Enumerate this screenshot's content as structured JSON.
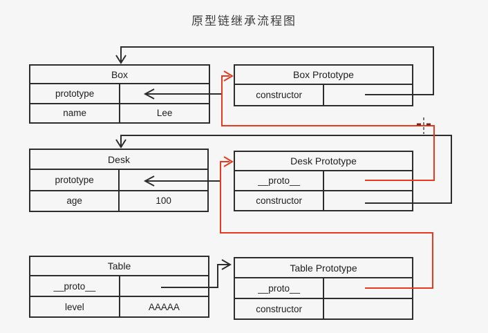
{
  "title": "原型链继承流程图",
  "colors": {
    "background": "#f6f6f6",
    "line_black": "#2c2c2c",
    "line_red": "#e8391f",
    "text": "#1d1d1d"
  },
  "tables": {
    "box": {
      "title": "Box",
      "rows": [
        {
          "label": "prototype",
          "value": ""
        },
        {
          "label": "name",
          "value": "Lee"
        }
      ]
    },
    "box_prototype": {
      "title": "Box Prototype",
      "rows": [
        {
          "label": "constructor",
          "value": ""
        }
      ]
    },
    "desk": {
      "title": "Desk",
      "rows": [
        {
          "label": "prototype",
          "value": ""
        },
        {
          "label": "age",
          "value": "100"
        }
      ]
    },
    "desk_prototype": {
      "title": "Desk Prototype",
      "rows": [
        {
          "label": "__proto__",
          "value": ""
        },
        {
          "label": "constructor",
          "value": ""
        }
      ]
    },
    "table": {
      "title": "Table",
      "rows": [
        {
          "label": "__proto__",
          "value": ""
        },
        {
          "label": "level",
          "value": "AAAAA"
        }
      ]
    },
    "table_prototype": {
      "title": "Table Prototype",
      "rows": [
        {
          "label": "__proto__",
          "value": ""
        },
        {
          "label": "constructor",
          "value": ""
        }
      ]
    }
  },
  "edges": [
    {
      "from": "Box.prototype",
      "to": "Box Prototype",
      "color": "black"
    },
    {
      "from": "Box Prototype.constructor",
      "to": "Box",
      "color": "black"
    },
    {
      "from": "Desk.prototype",
      "to": "Desk Prototype",
      "color": "black"
    },
    {
      "from": "Desk Prototype.constructor",
      "to": "Desk",
      "color": "black"
    },
    {
      "from": "Desk Prototype.__proto__",
      "to": "Box Prototype",
      "color": "red"
    },
    {
      "from": "Table.__proto__",
      "to": "Table Prototype",
      "color": "black"
    },
    {
      "from": "Table Prototype.__proto__",
      "to": "Desk Prototype",
      "color": "red"
    }
  ]
}
